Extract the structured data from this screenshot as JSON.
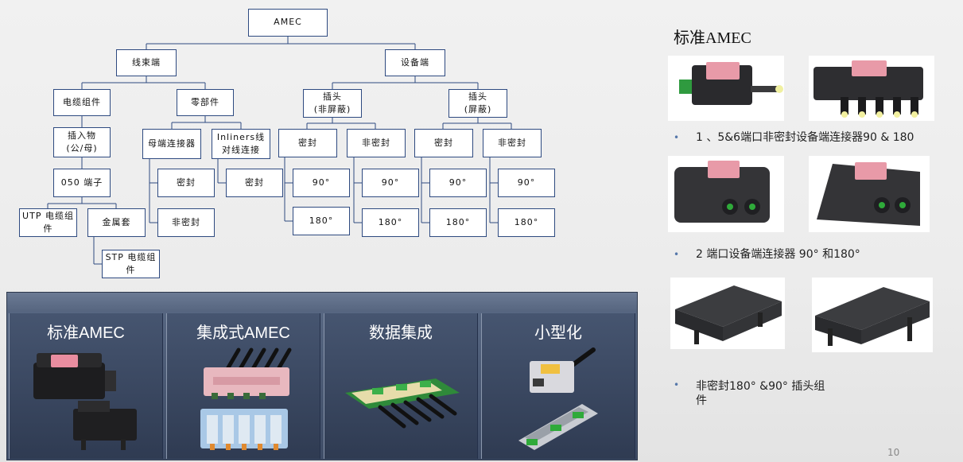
{
  "tree": {
    "root": "AMEC",
    "wire_side": "线束端",
    "device_side": "设备端",
    "cable_assembly": "电缆组件",
    "parts": "零部件",
    "plug": "插入物\n(公/母)",
    "terminal": "050 端子",
    "utp": "UTP 电缆组\n件",
    "metal_shell": "金属套",
    "stp": "STP 电缆组\n件",
    "female_connector": "母端连接器",
    "inliners": "Inliners线\n对线连接",
    "female_sealed": "密封",
    "female_unsealed": "非密封",
    "inliners_sealed": "密封",
    "header_unshielded": "插头\n(非屏蔽)",
    "header_shielded": "插头\n(屏蔽)",
    "us_sealed": "密封",
    "us_unsealed": "非密封",
    "s_sealed": "密封",
    "s_unsealed": "非密封",
    "deg90": "90°",
    "deg180": "180°"
  },
  "panel": {
    "tiles": [
      {
        "title": "标准AMEC"
      },
      {
        "title": "集成式AMEC"
      },
      {
        "title": "数据集成"
      },
      {
        "title": "小型化"
      }
    ]
  },
  "right": {
    "title": "标准AMEC",
    "bullet1": "1 、5&6端口非密封设备端连接器90 & 180",
    "bullet2": "2 端口设备端连接器 90° 和180°",
    "bullet3": "非密封180° &90° 插头组\n件",
    "bullet_symbol": "•"
  },
  "page_number": "10"
}
